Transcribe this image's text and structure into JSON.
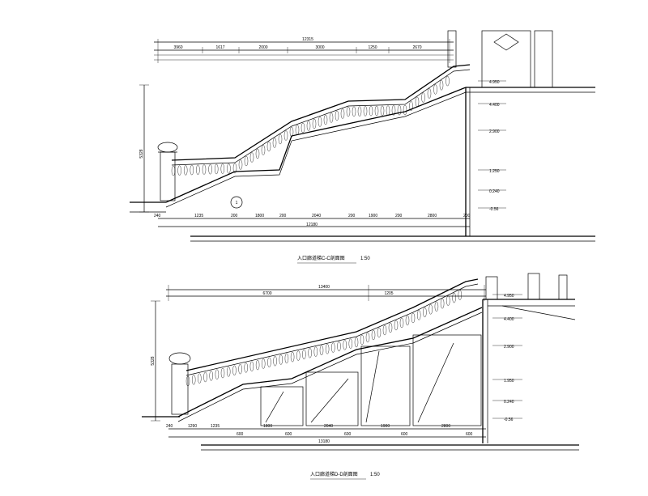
{
  "section_1": {
    "title": "入口廊道梯C-C剖面图",
    "scale": "1:50",
    "top_overall_dim": "12315",
    "top_dims": [
      "3960",
      "1617",
      "2000",
      "3000",
      "1250",
      "2670"
    ],
    "bottom_overall_dim": "12180",
    "bottom_dims": [
      "240",
      "1235",
      "200",
      "1800",
      "200",
      "2040",
      "200",
      "1900",
      "200",
      "2800",
      "200"
    ],
    "left_dim": "5328",
    "levels": [
      "4.950",
      "4.400",
      "2.900",
      "1.250",
      "0.240",
      "-0.56"
    ],
    "callout_mark": "1"
  },
  "section_2": {
    "title": "入口廊道梯D-D剖面图",
    "scale": "1:50",
    "top_overall_dim": "13400",
    "top_dims": [
      "6700",
      "1205"
    ],
    "bottom_overall_dim": "13180",
    "bottom_dims": [
      "240",
      "1290",
      "1235",
      "600",
      "1800",
      "600",
      "2040",
      "600",
      "1900",
      "600",
      "2800",
      "600"
    ],
    "left_dim": "5328",
    "levels": [
      "4.950",
      "4.400",
      "2.900",
      "1.950",
      "0.240",
      "-0.56"
    ]
  },
  "colors": {
    "ink": "#000000",
    "accent": "#c00000",
    "paper": "#ffffff"
  }
}
